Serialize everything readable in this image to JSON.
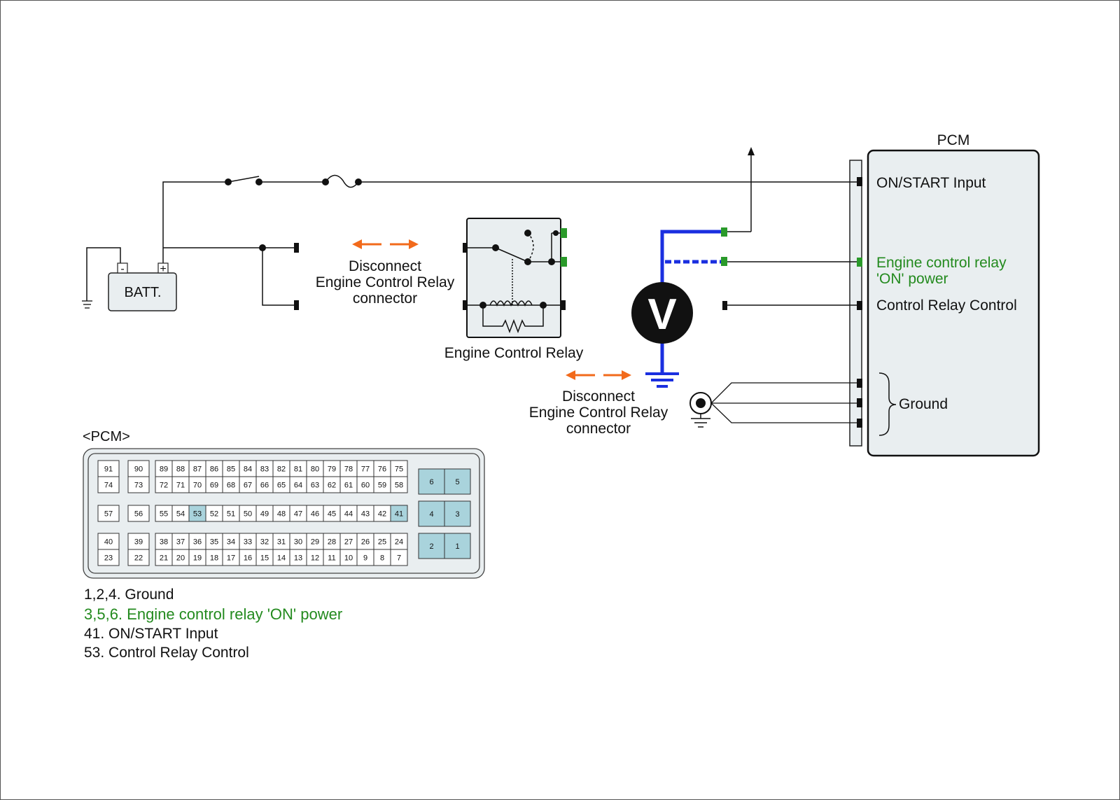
{
  "labels": {
    "pcm_title": "PCM",
    "on_start_input": "ON/START Input",
    "relay_power_line1": "Engine control relay",
    "relay_power_line2": "'ON' power",
    "control_relay_control": "Control Relay Control",
    "ground": "Ground",
    "battery": "BATT.",
    "battery_minus": "-",
    "battery_plus": "+",
    "voltmeter": "V",
    "engine_control_relay": "Engine Control Relay",
    "disconnect_1": [
      "Disconnect",
      "Engine Control Relay",
      "connector"
    ],
    "disconnect_2": [
      "Disconnect",
      "Engine Control Relay",
      "connector"
    ],
    "pcm_connector_title": "<PCM>"
  },
  "connector": {
    "group_a": [
      "91",
      "74"
    ],
    "group_b": [
      "90",
      "73"
    ],
    "row1": [
      "89",
      "88",
      "87",
      "86",
      "85",
      "84",
      "83",
      "82",
      "81",
      "80",
      "79",
      "78",
      "77",
      "76",
      "75"
    ],
    "row2": [
      "72",
      "71",
      "70",
      "69",
      "68",
      "67",
      "66",
      "65",
      "64",
      "63",
      "62",
      "61",
      "60",
      "59",
      "58"
    ],
    "mid_single_a": "57",
    "mid_single_b": "56",
    "row_mid": [
      "55",
      "54",
      "53",
      "52",
      "51",
      "50",
      "49",
      "48",
      "47",
      "46",
      "45",
      "44",
      "43",
      "42",
      "41"
    ],
    "group_c": [
      "40",
      "23"
    ],
    "group_d": [
      "39",
      "22"
    ],
    "row3": [
      "38",
      "37",
      "36",
      "35",
      "34",
      "33",
      "32",
      "31",
      "30",
      "29",
      "28",
      "27",
      "26",
      "25",
      "24"
    ],
    "row4": [
      "21",
      "20",
      "19",
      "18",
      "17",
      "16",
      "15",
      "14",
      "13",
      "12",
      "11",
      "10",
      "9",
      "8",
      "7"
    ],
    "big_pins": [
      [
        "6",
        "5"
      ],
      [
        "4",
        "3"
      ],
      [
        "2",
        "1"
      ]
    ],
    "highlighted": [
      "53",
      "41"
    ]
  },
  "legend": [
    {
      "text": "1,2,4. Ground",
      "color": "#111111"
    },
    {
      "text": "3,5,6. Engine control relay 'ON' power",
      "color": "#238a1e"
    },
    {
      "text": "41. ON/START Input",
      "color": "#111111"
    },
    {
      "text": "53. Control Relay Control",
      "color": "#111111"
    }
  ],
  "colors": {
    "wire": "#111111",
    "meter_lead": "#1a2fe0",
    "terminal_green": "#2a9a2a",
    "arrow": "#f26a1b",
    "pin_highlight": "#a9d3dc",
    "box_fill": "#e9eef0"
  }
}
